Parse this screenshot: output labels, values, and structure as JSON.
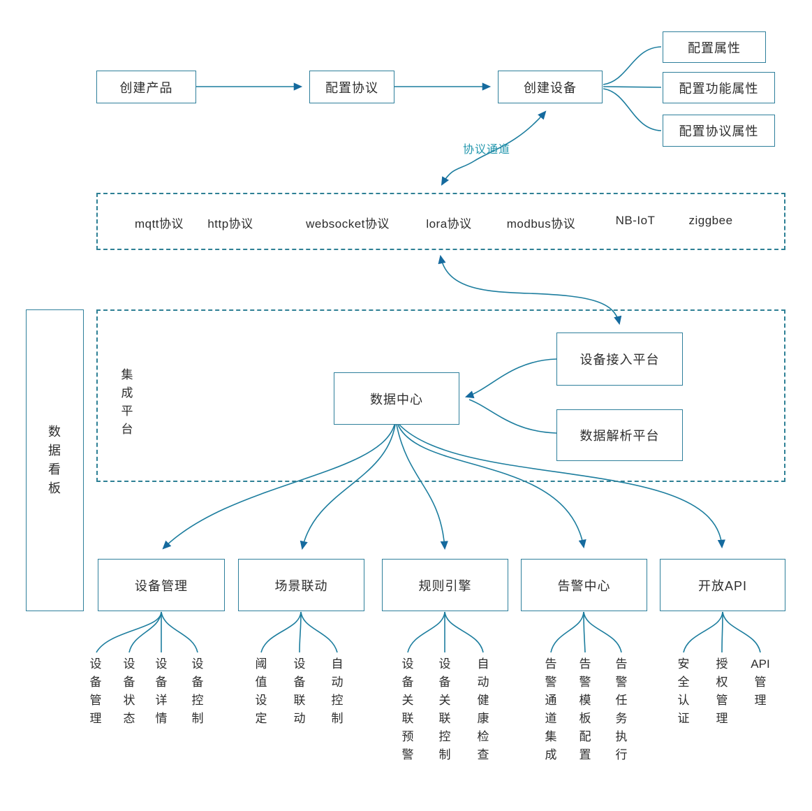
{
  "colors": {
    "line": "#1c7d9e",
    "arrowhead": "#156a9e",
    "box_border": "#2e7f9b",
    "dashed_border": "#2e8095",
    "text": "#2d2d2d",
    "channel_label_accent": "#2196ad"
  },
  "top_flow": {
    "create_product": "创建产品",
    "config_protocol": "配置协议",
    "create_device": "创建设备"
  },
  "device_config": {
    "attr": "配置属性",
    "func_attr": "配置功能属性",
    "protocol_attr": "配置协议属性"
  },
  "channel_label": "协议通道",
  "protocols": {
    "items": [
      "mqtt协议",
      "http协议",
      "websocket协议",
      "lora协议",
      "modbus协议",
      "NB-IoT",
      "ziggbee"
    ]
  },
  "dashboard": {
    "label": "数据看板"
  },
  "integration": {
    "label": "集成平台",
    "data_center": "数据中心",
    "access_platform": "设备接入平台",
    "parse_platform": "数据解析平台"
  },
  "modules": [
    {
      "label": "设备管理",
      "children": [
        "设备管理",
        "设备状态",
        "设备详情",
        "设备控制"
      ]
    },
    {
      "label": "场景联动",
      "children": [
        "阈值设定",
        "设备联动",
        "自动控制"
      ]
    },
    {
      "label": "规则引擎",
      "children": [
        "设备关联预警",
        "设备关联控制",
        "自动健康检查"
      ]
    },
    {
      "label": "告警中心",
      "children": [
        "告警通道集成",
        "告警模板配置",
        "告警任务执行"
      ]
    },
    {
      "label": "开放API",
      "children": [
        "安全认证",
        "授权管理",
        "API管理"
      ]
    }
  ]
}
